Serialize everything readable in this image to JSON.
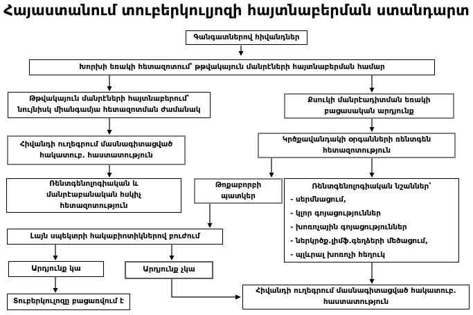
{
  "title": "Հայաստանում տուբերկուլյոզի հայտնաբերման ստանդարտ",
  "colors": {
    "background": "#ffffff",
    "text": "#000000",
    "box_border": "#000000",
    "box_border_gray": "#808080"
  },
  "boxes": {
    "patients": {
      "label": "Գանգատներով հիվանդներ"
    },
    "sputum_exam": {
      "label": "Խորխի եռակի հետազոտում՝ թթվակայուն մանրէների հայտնաբերման համար"
    },
    "afb_detected": {
      "lines": [
        "Թթվակայուն մանրէների հայտնաբերում՝",
        "նույնիսկ միանգամյա հետազոտման ժամանակ"
      ]
    },
    "smear_negative": {
      "lines": [
        "Քսուկի մանրէադիտման եռակի",
        "բացասական արդյունք"
      ]
    },
    "referral_specialized_1": {
      "lines": [
        "Հիվանդի ուղեգրում մասնագիտացված",
        "հակատուբ. հաստատություն"
      ]
    },
    "chest_xray": {
      "lines": [
        "Կրծքավանդակի օրգանների ռենտգեն",
        "հետազոտություն"
      ]
    },
    "control_exam": {
      "lines": [
        "Ռենտգենոլոգիական և",
        "մանրէաբանական հսկիչ",
        "հետազոտություն"
      ]
    },
    "pneumonia_picture": {
      "lines": [
        "Թոքաբորբի",
        "պատկեր"
      ]
    },
    "xray_signs": {
      "header": "Ռենտգենոլոգիական նշաններ՝",
      "items": [
        "- սերմնացում,",
        "- կլոր գոյացություններ",
        "- խոռոչային գոյացություններ",
        "- ներկրծք.լիմֆ.գեղձերի մեծացում,",
        "- պլևրալ խոռոչի հեղուկ"
      ]
    },
    "antibiotics": {
      "label": "Լայն սպեկտրի հակաբիոտիկներով բուժում"
    },
    "result_yes": {
      "label": "Արդյունք կա"
    },
    "result_no": {
      "label": "Արդյունք չկա"
    },
    "tb_excluded": {
      "label": "Տուբերկուլոզը բացառվում է"
    },
    "referral_specialized_2": {
      "lines": [
        "Հիվանդի ուղեգրում մասնագիտացված հակատուբ.",
        "հաստատություն"
      ]
    }
  }
}
